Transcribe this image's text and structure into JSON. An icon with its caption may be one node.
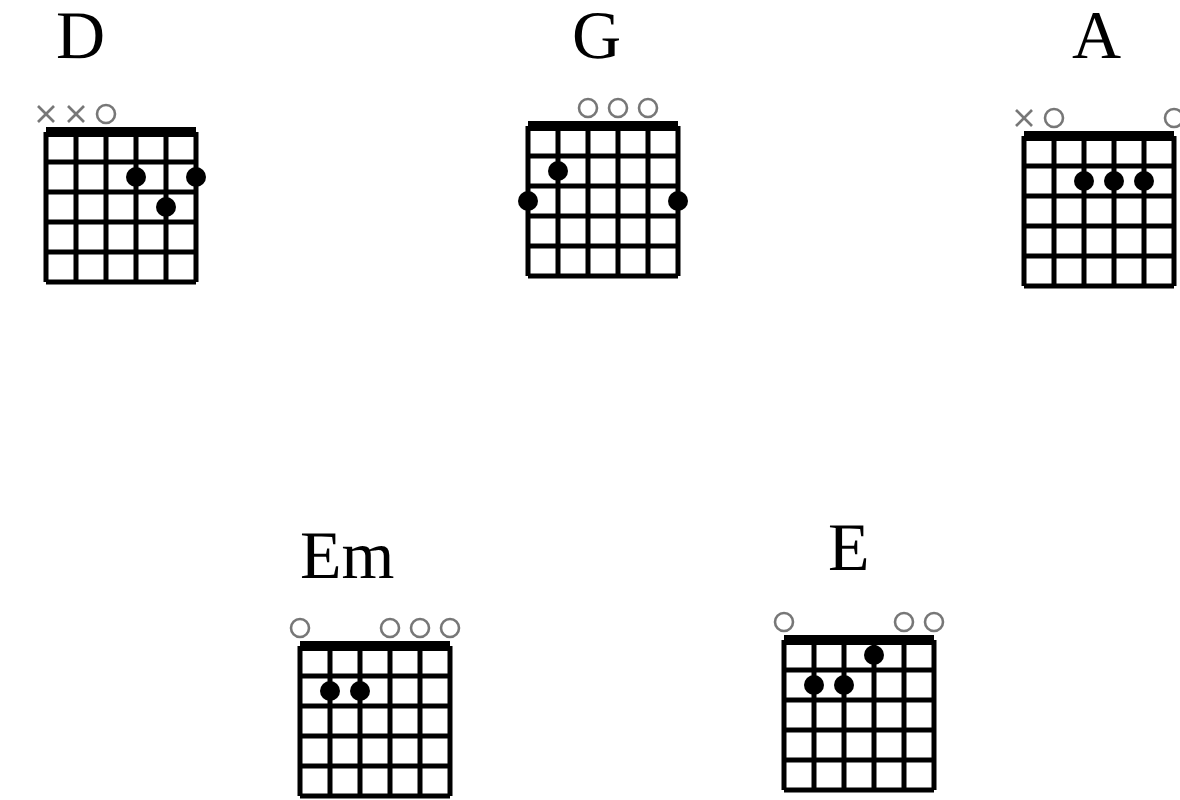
{
  "diagram": {
    "labels": [
      "D",
      "G",
      "A",
      "Em",
      "E"
    ]
  }
}
